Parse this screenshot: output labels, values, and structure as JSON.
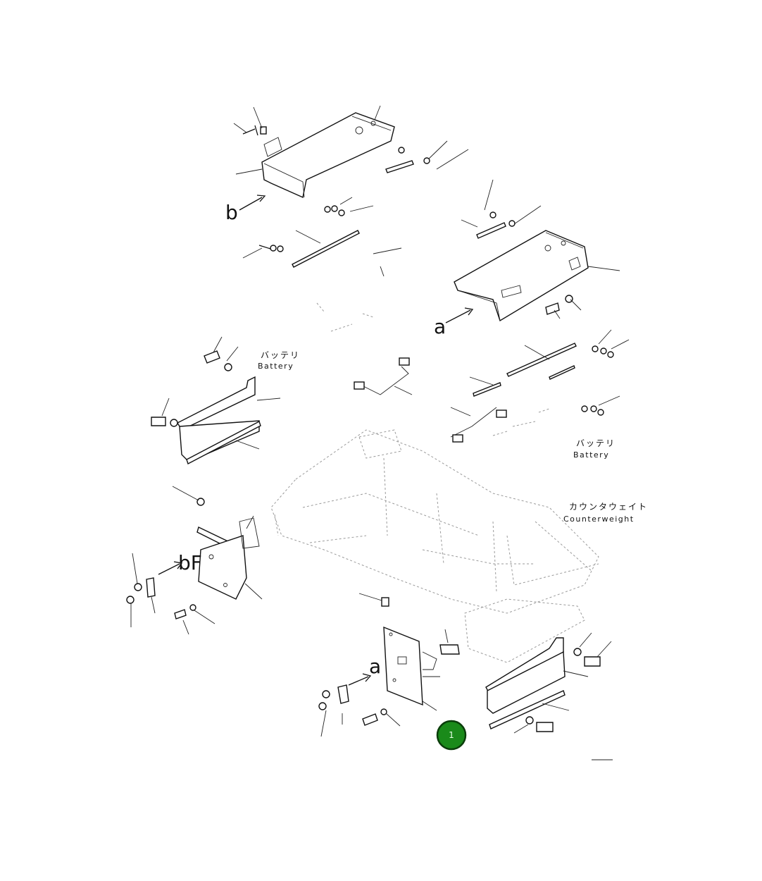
{
  "labels": {
    "view_b_top": "b",
    "view_a_mid": "a",
    "view_b_bottom": "bF",
    "view_a_bottom": "a",
    "battery_jp_1": "バッテリ",
    "battery_en_1": "Battery",
    "battery_jp_2": "バッテリ",
    "battery_en_2": "Battery",
    "counterweight_jp": "カウンタウェイト",
    "counterweight_en": "Counterweight"
  },
  "hotspot": {
    "number": "1",
    "color": "#1a8a1a",
    "border": "#0b3d0b"
  }
}
